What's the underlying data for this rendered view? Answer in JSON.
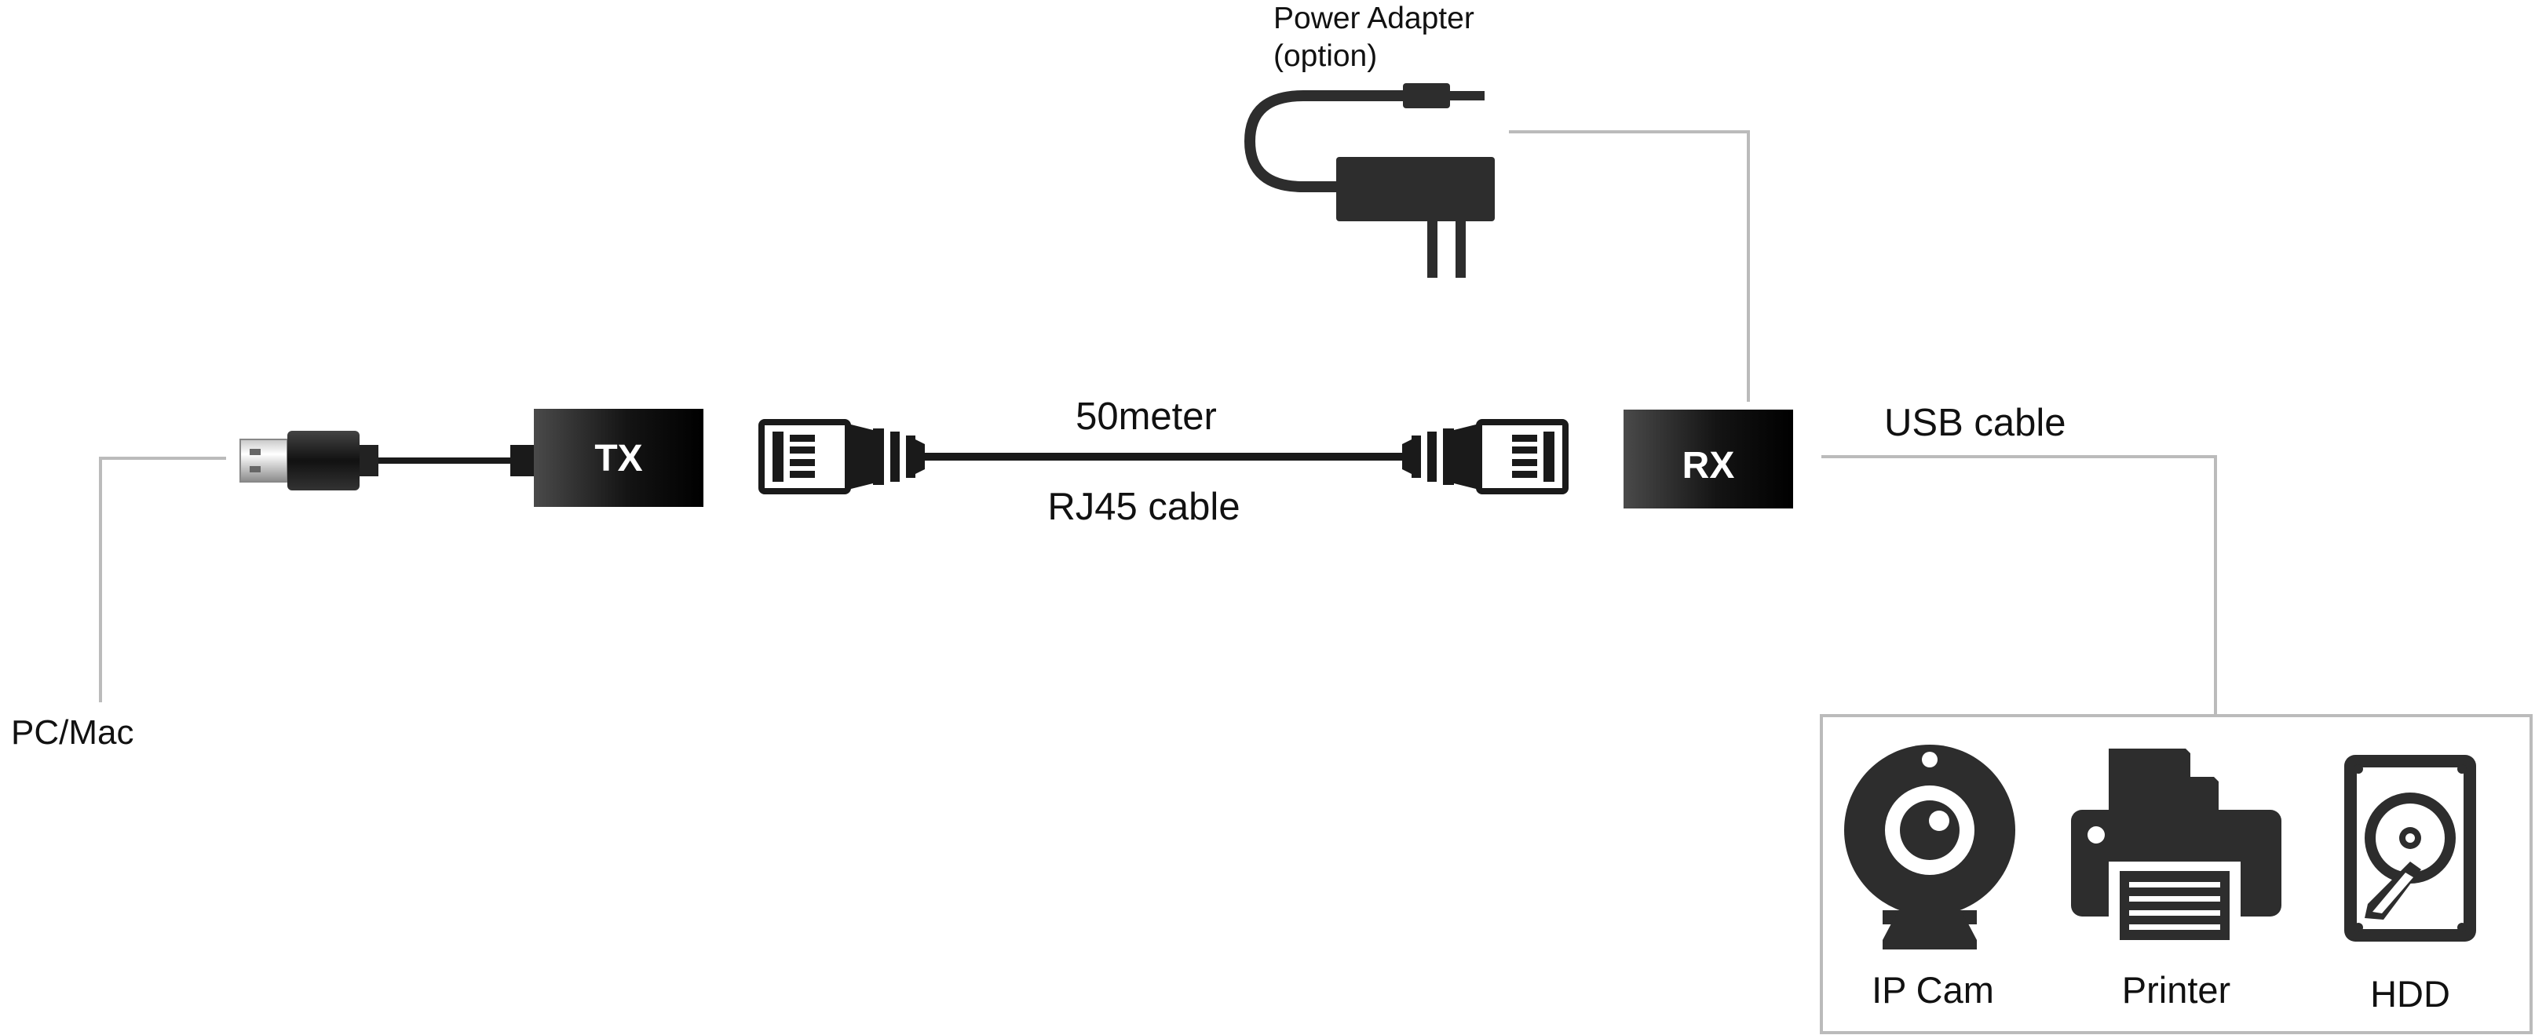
{
  "labels": {
    "power_adapter_line1": "Power Adapter",
    "power_adapter_line2": "(option)",
    "distance": "50meter",
    "rj45_cable": "RJ45 cable",
    "usb_cable": "USB cable",
    "pc_mac": "PC/Mac"
  },
  "units": {
    "tx": "TX",
    "rx": "RX"
  },
  "devices": [
    {
      "label": "IP Cam",
      "icon": "webcam-icon"
    },
    {
      "label": "Printer",
      "icon": "printer-icon"
    },
    {
      "label": "HDD",
      "icon": "hard-drive-icon"
    }
  ],
  "colors": {
    "line": "#bbbbbb",
    "device": "#2d2d2d",
    "box_dark": "#000000",
    "box_light": "#4a4a4a"
  },
  "icons": [
    "usb-plug-icon",
    "rj45-connector-icon",
    "power-adapter-icon",
    "webcam-icon",
    "printer-icon",
    "hard-drive-icon"
  ]
}
